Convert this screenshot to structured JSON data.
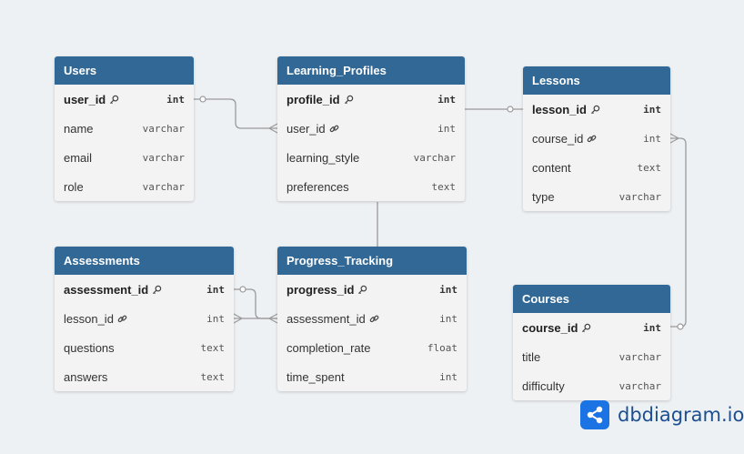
{
  "tables": {
    "users": {
      "name": "Users",
      "fields": [
        {
          "name": "user_id",
          "type": "int",
          "icon": "key-icon"
        },
        {
          "name": "name",
          "type": "varchar"
        },
        {
          "name": "email",
          "type": "varchar"
        },
        {
          "name": "role",
          "type": "varchar"
        }
      ]
    },
    "learning_profiles": {
      "name": "Learning_Profiles",
      "fields": [
        {
          "name": "profile_id",
          "type": "int",
          "icon": "key-icon"
        },
        {
          "name": "user_id",
          "type": "int",
          "icon": "link-icon"
        },
        {
          "name": "learning_style",
          "type": "varchar"
        },
        {
          "name": "preferences",
          "type": "text"
        }
      ]
    },
    "lessons": {
      "name": "Lessons",
      "fields": [
        {
          "name": "lesson_id",
          "type": "int",
          "icon": "key-icon"
        },
        {
          "name": "course_id",
          "type": "int",
          "icon": "link-icon"
        },
        {
          "name": "content",
          "type": "text"
        },
        {
          "name": "type",
          "type": "varchar"
        }
      ]
    },
    "assessments": {
      "name": "Assessments",
      "fields": [
        {
          "name": "assessment_id",
          "type": "int",
          "icon": "key-icon"
        },
        {
          "name": "lesson_id",
          "type": "int",
          "icon": "link-icon"
        },
        {
          "name": "questions",
          "type": "text"
        },
        {
          "name": "answers",
          "type": "text"
        }
      ]
    },
    "progress_tracking": {
      "name": "Progress_Tracking",
      "fields": [
        {
          "name": "progress_id",
          "type": "int",
          "icon": "key-icon"
        },
        {
          "name": "assessment_id",
          "type": "int",
          "icon": "link-icon"
        },
        {
          "name": "completion_rate",
          "type": "float"
        },
        {
          "name": "time_spent",
          "type": "int"
        }
      ]
    },
    "courses": {
      "name": "Courses",
      "fields": [
        {
          "name": "course_id",
          "type": "int",
          "icon": "key-icon"
        },
        {
          "name": "title",
          "type": "varchar"
        },
        {
          "name": "difficulty",
          "type": "varchar"
        }
      ]
    }
  },
  "brand": {
    "name": "dbdiagram.io",
    "icon": "share-nodes-icon"
  },
  "colors": {
    "header": "#316896",
    "background": "#eef1f4",
    "table_body": "#f3f3f3",
    "link_line": "#9a9a9a",
    "brand": "#1c74e4"
  }
}
